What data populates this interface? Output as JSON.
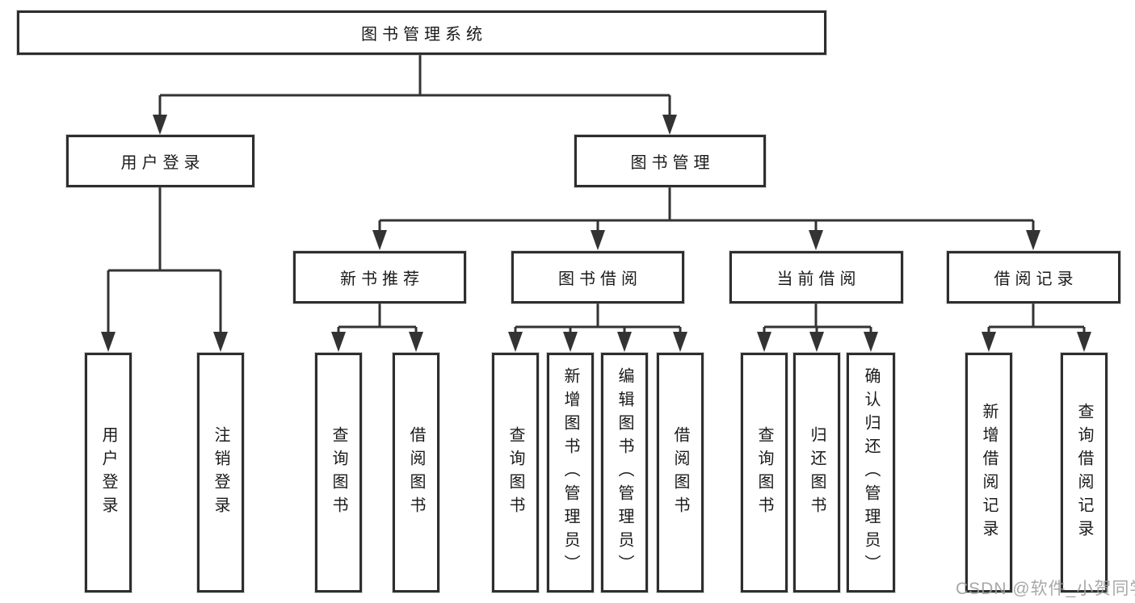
{
  "diagram_title": "图书管理系统",
  "watermark": "CSDN @软件_小贺同学",
  "colors": {
    "line": "#333333",
    "box_border": "#2e2e2e",
    "text": "#1a1a1a",
    "background": "#ffffff",
    "watermark_text": "#9e9ea0"
  },
  "tree": {
    "root": {
      "label": "图书管理系统"
    },
    "branches": {
      "user_login": {
        "label": "用户登录",
        "children": [
          "用户登录",
          "注销登录"
        ]
      },
      "book_mgmt": {
        "label": "图书管理"
      },
      "new_books": {
        "label": "新书推荐",
        "children": [
          "查询图书",
          "借阅图书"
        ]
      },
      "book_borrow": {
        "label": "图书借阅",
        "children": [
          "查询图书",
          "新增图书（管理员）",
          "编辑图书（管理员）",
          "借阅图书"
        ]
      },
      "current_borrow": {
        "label": "当前借阅",
        "children": [
          "查询图书",
          "归还图书",
          "确认归还（管理员）"
        ]
      },
      "borrow_records": {
        "label": "借阅记录",
        "children": [
          "新增借阅记录",
          "查询借阅记录"
        ]
      }
    }
  }
}
